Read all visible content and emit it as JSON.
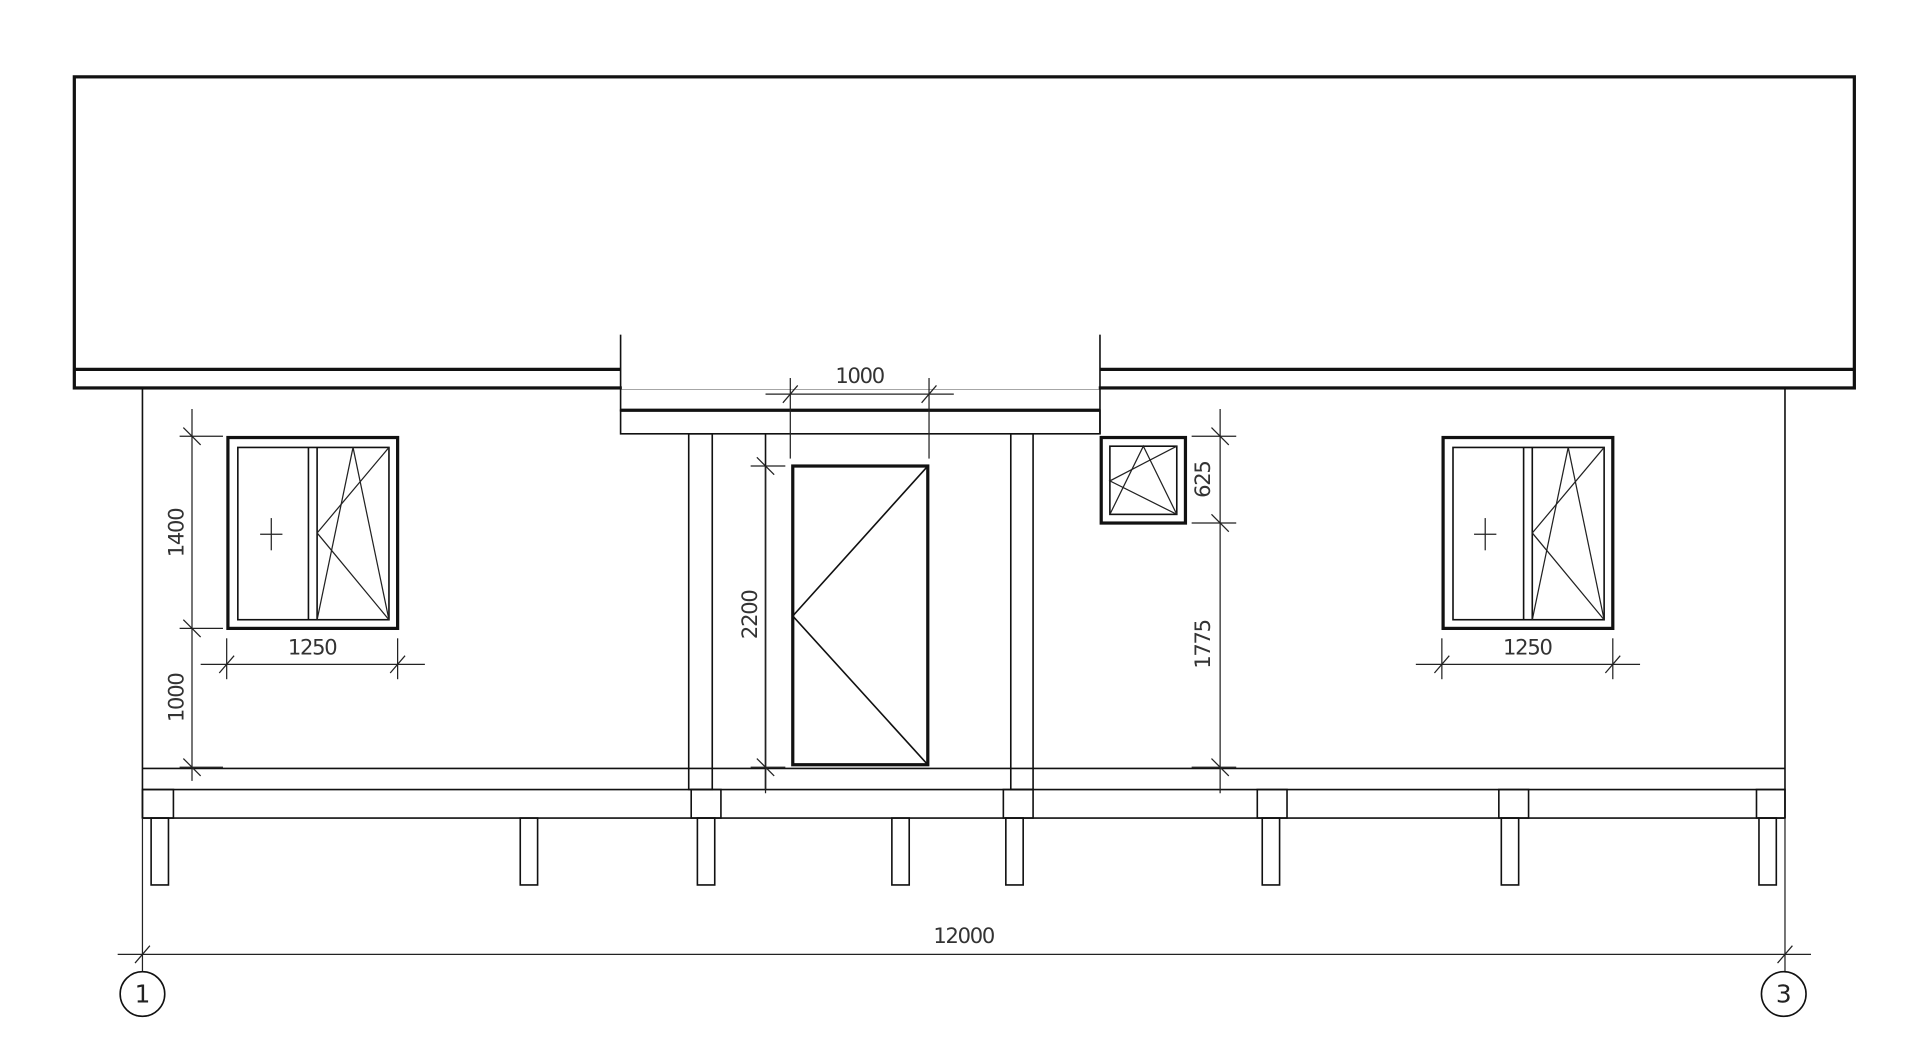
{
  "drawing": {
    "dimensions": {
      "porch_width": "1000",
      "left_window_height": "1400",
      "left_window_sill": "1000",
      "left_window_width": "1250",
      "door_height": "2200",
      "small_window_height": "625",
      "small_window_sill": "1775",
      "right_window_width": "1250",
      "total_width": "12000"
    },
    "axes": [
      "1",
      "3"
    ]
  }
}
